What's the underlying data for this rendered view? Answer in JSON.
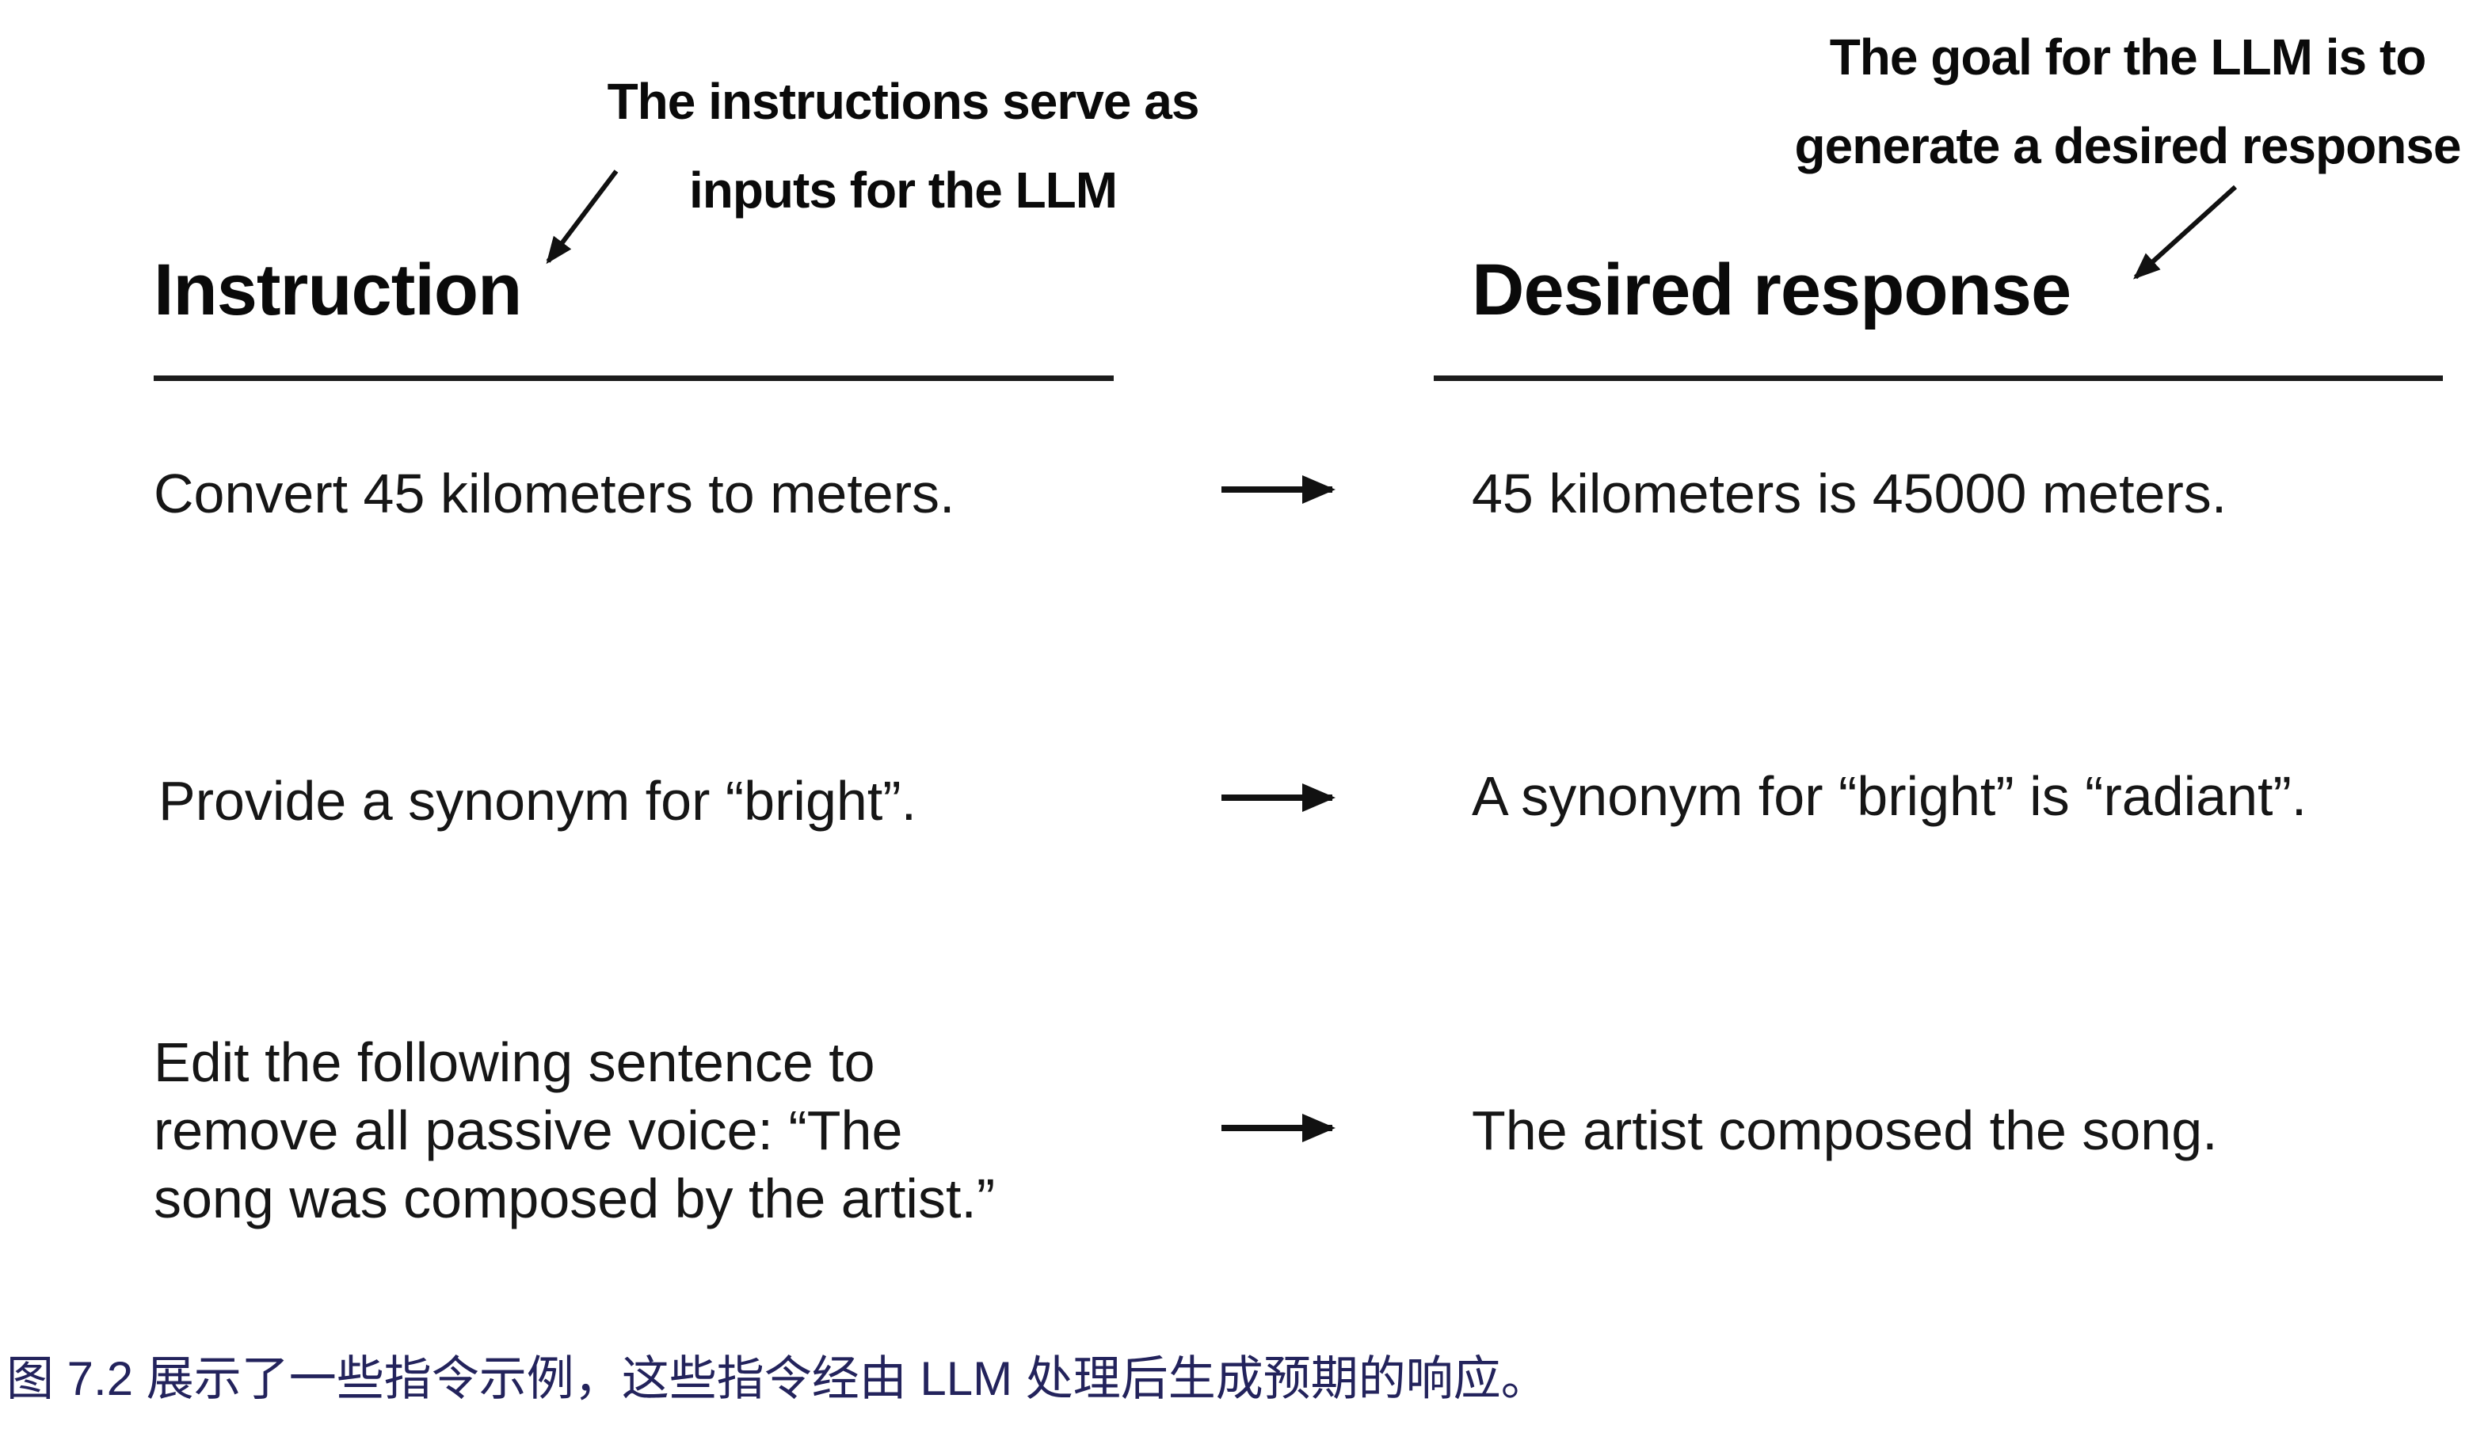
{
  "figure": {
    "annotation_left": {
      "lines": [
        "The instructions serve as",
        "inputs for the LLM"
      ]
    },
    "annotation_right": {
      "lines": [
        "The goal for the LLM is to",
        "generate a desired response"
      ]
    },
    "instruction_header": "Instruction",
    "response_header": "Desired response",
    "rows": [
      {
        "instruction_lines": [
          "Convert 45 kilometers to meters."
        ],
        "response_lines": [
          "45 kilometers is 45000 meters."
        ]
      },
      {
        "instruction_lines": [
          "Provide a synonym for “bright”."
        ],
        "response_lines": [
          "A synonym for “bright” is “radiant”."
        ]
      },
      {
        "instruction_lines": [
          "Edit the following sentence to",
          "remove all passive voice: “The",
          "song was composed by the artist.”"
        ],
        "response_lines": [
          "The artist composed the song."
        ]
      }
    ]
  },
  "caption": {
    "label": "图 7.2",
    "text": "图 7.2 展示了一些指令示例，这些指令经由 LLM 处理后生成预期的响应。",
    "color": "#23235c"
  },
  "icons": {
    "annotation_arrow_left": "arrow-down-left-icon",
    "annotation_arrow_right": "arrow-down-left-icon",
    "row_arrow": "arrow-right-icon"
  },
  "colors": {
    "text": "#111111",
    "rule": "#1c1c1c",
    "background": "#ffffff",
    "caption": "#23235c"
  }
}
